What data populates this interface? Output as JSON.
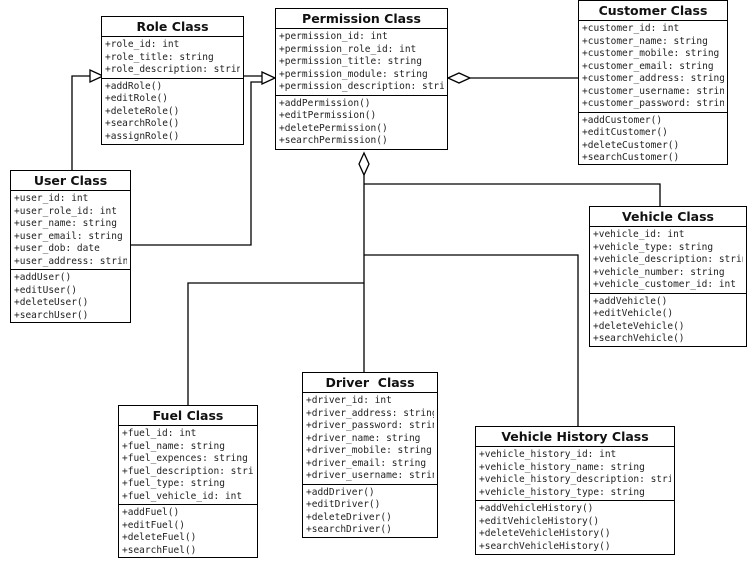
{
  "classes": {
    "role": {
      "name": "Role Class",
      "attributes": [
        "+role_id: int",
        "+role_title: string",
        "+role_description: string"
      ],
      "operations": [
        "+addRole()",
        "+editRole()",
        "+deleteRole()",
        "+searchRole()",
        "+assignRole()"
      ]
    },
    "permission": {
      "name": "Permission Class",
      "attributes": [
        "+permission_id: int",
        "+permission_role_id: int",
        "+permission_title: string",
        "+permission_module: string",
        "+permission_description: string"
      ],
      "operations": [
        "+addPermission()",
        "+editPermission()",
        "+deletePermission()",
        "+searchPermission()"
      ]
    },
    "customer": {
      "name": "Customer Class",
      "attributes": [
        "+customer_id: int",
        "+customer_name: string",
        "+customer_mobile: string",
        "+customer_email: string",
        "+customer_address: string",
        "+customer_username: string",
        "+customer_password: string"
      ],
      "operations": [
        "+addCustomer()",
        "+editCustomer()",
        "+deleteCustomer()",
        "+searchCustomer()"
      ]
    },
    "user": {
      "name": "User Class",
      "attributes": [
        "+user_id: int",
        "+user_role_id: int",
        "+user_name: string",
        "+user_email: string",
        "+user_dob: date",
        "+user_address: string"
      ],
      "operations": [
        "+addUser()",
        "+editUser()",
        "+deleteUser()",
        "+searchUser()"
      ]
    },
    "vehicle": {
      "name": "Vehicle Class",
      "attributes": [
        "+vehicle_id: int",
        "+vehicle_type: string",
        "+vehicle_description: string",
        "+vehicle_number: string",
        "+vehicle_customer_id: int"
      ],
      "operations": [
        "+addVehicle()",
        "+editVehicle()",
        "+deleteVehicle()",
        "+searchVehicle()"
      ]
    },
    "driver": {
      "name": "Driver  Class",
      "attributes": [
        "+driver_id: int",
        "+driver_address: string",
        "+driver_password: string",
        "+driver_name: string",
        "+driver_mobile: string",
        "+driver_email: string",
        "+driver_username: string"
      ],
      "operations": [
        "+addDriver()",
        "+editDriver()",
        "+deleteDriver()",
        "+searchDriver()"
      ]
    },
    "fuel": {
      "name": "Fuel Class",
      "attributes": [
        "+fuel_id: int",
        "+fuel_name: string",
        "+fuel_expences: string",
        "+fuel_description: string",
        "+fuel_type: string",
        "+fuel_vehicle_id: int"
      ],
      "operations": [
        "+addFuel()",
        "+editFuel()",
        "+deleteFuel()",
        "+searchFuel()"
      ]
    },
    "vehicle_history": {
      "name": "Vehicle History Class",
      "attributes": [
        "+vehicle_history_id: int",
        "+vehicle_history_name: string",
        "+vehicle_history_description: string",
        "+vehicle_history_type: string"
      ],
      "operations": [
        "+addVehicleHistory()",
        "+editVehicleHistory()",
        "+deleteVehicleHistory()",
        "+searchVehicleHistory()"
      ]
    }
  }
}
